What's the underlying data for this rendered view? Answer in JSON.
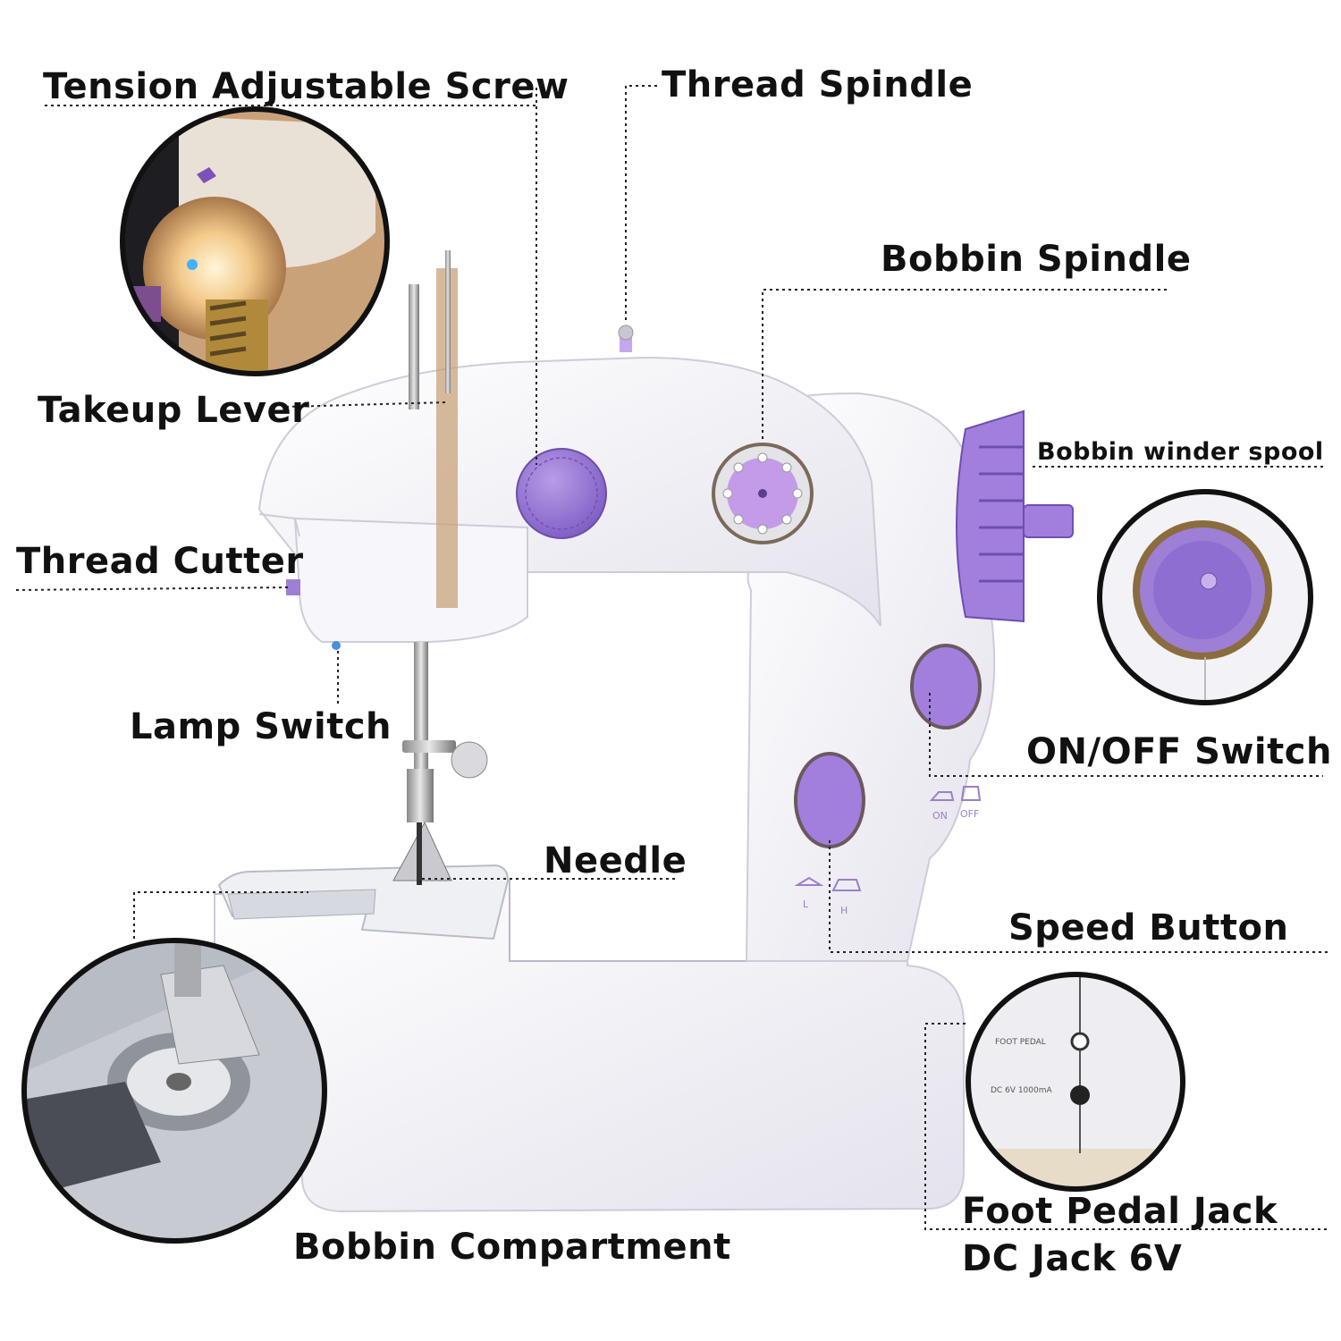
{
  "labels": {
    "tension_screw": "Tension Adjustable Screw",
    "thread_spindle": "Thread Spindle",
    "bobbin_spindle": "Bobbin Spindle",
    "takeup_lever": "Takeup Lever",
    "bobbin_winder_spool": "Bobbin winder spool",
    "thread_cutter": "Thread Cutter",
    "lamp_switch": "Lamp Switch",
    "on_off_switch": "ON/OFF Switch",
    "needle": "Needle",
    "speed_button": "Speed Button",
    "foot_pedal_jack": "Foot Pedal Jack",
    "dc_jack": "DC Jack 6V",
    "bobbin_compartment": "Bobbin Compartment"
  },
  "machine_markings": {
    "on": "ON",
    "off": "OFF",
    "low": "L",
    "high": "H",
    "foot_pedal": "FOOT PEDAL",
    "dc_rating": "DC 6V 1000mA"
  },
  "colors": {
    "body": "#f4f3f8",
    "accent_purple": "#9d7fd6",
    "dark_purple": "#6b4fa8",
    "leader_line": "#222222"
  }
}
